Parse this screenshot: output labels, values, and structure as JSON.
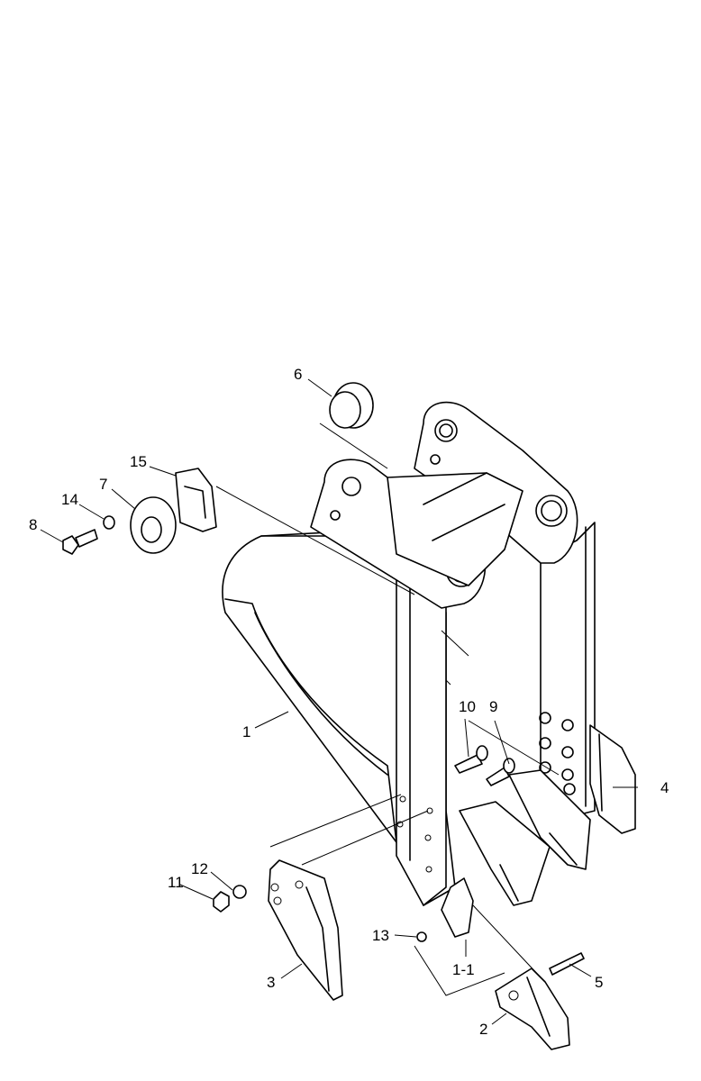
{
  "diagram": {
    "labels": {
      "l1": "1",
      "l1_1": "1-1",
      "l2": "2",
      "l3": "3",
      "l4": "4",
      "l5": "5",
      "l6": "6",
      "l7": "7",
      "l8": "8",
      "l9": "9",
      "l10": "10",
      "l11": "11",
      "l12": "12",
      "l13": "13",
      "l14": "14",
      "l15": "15"
    }
  }
}
